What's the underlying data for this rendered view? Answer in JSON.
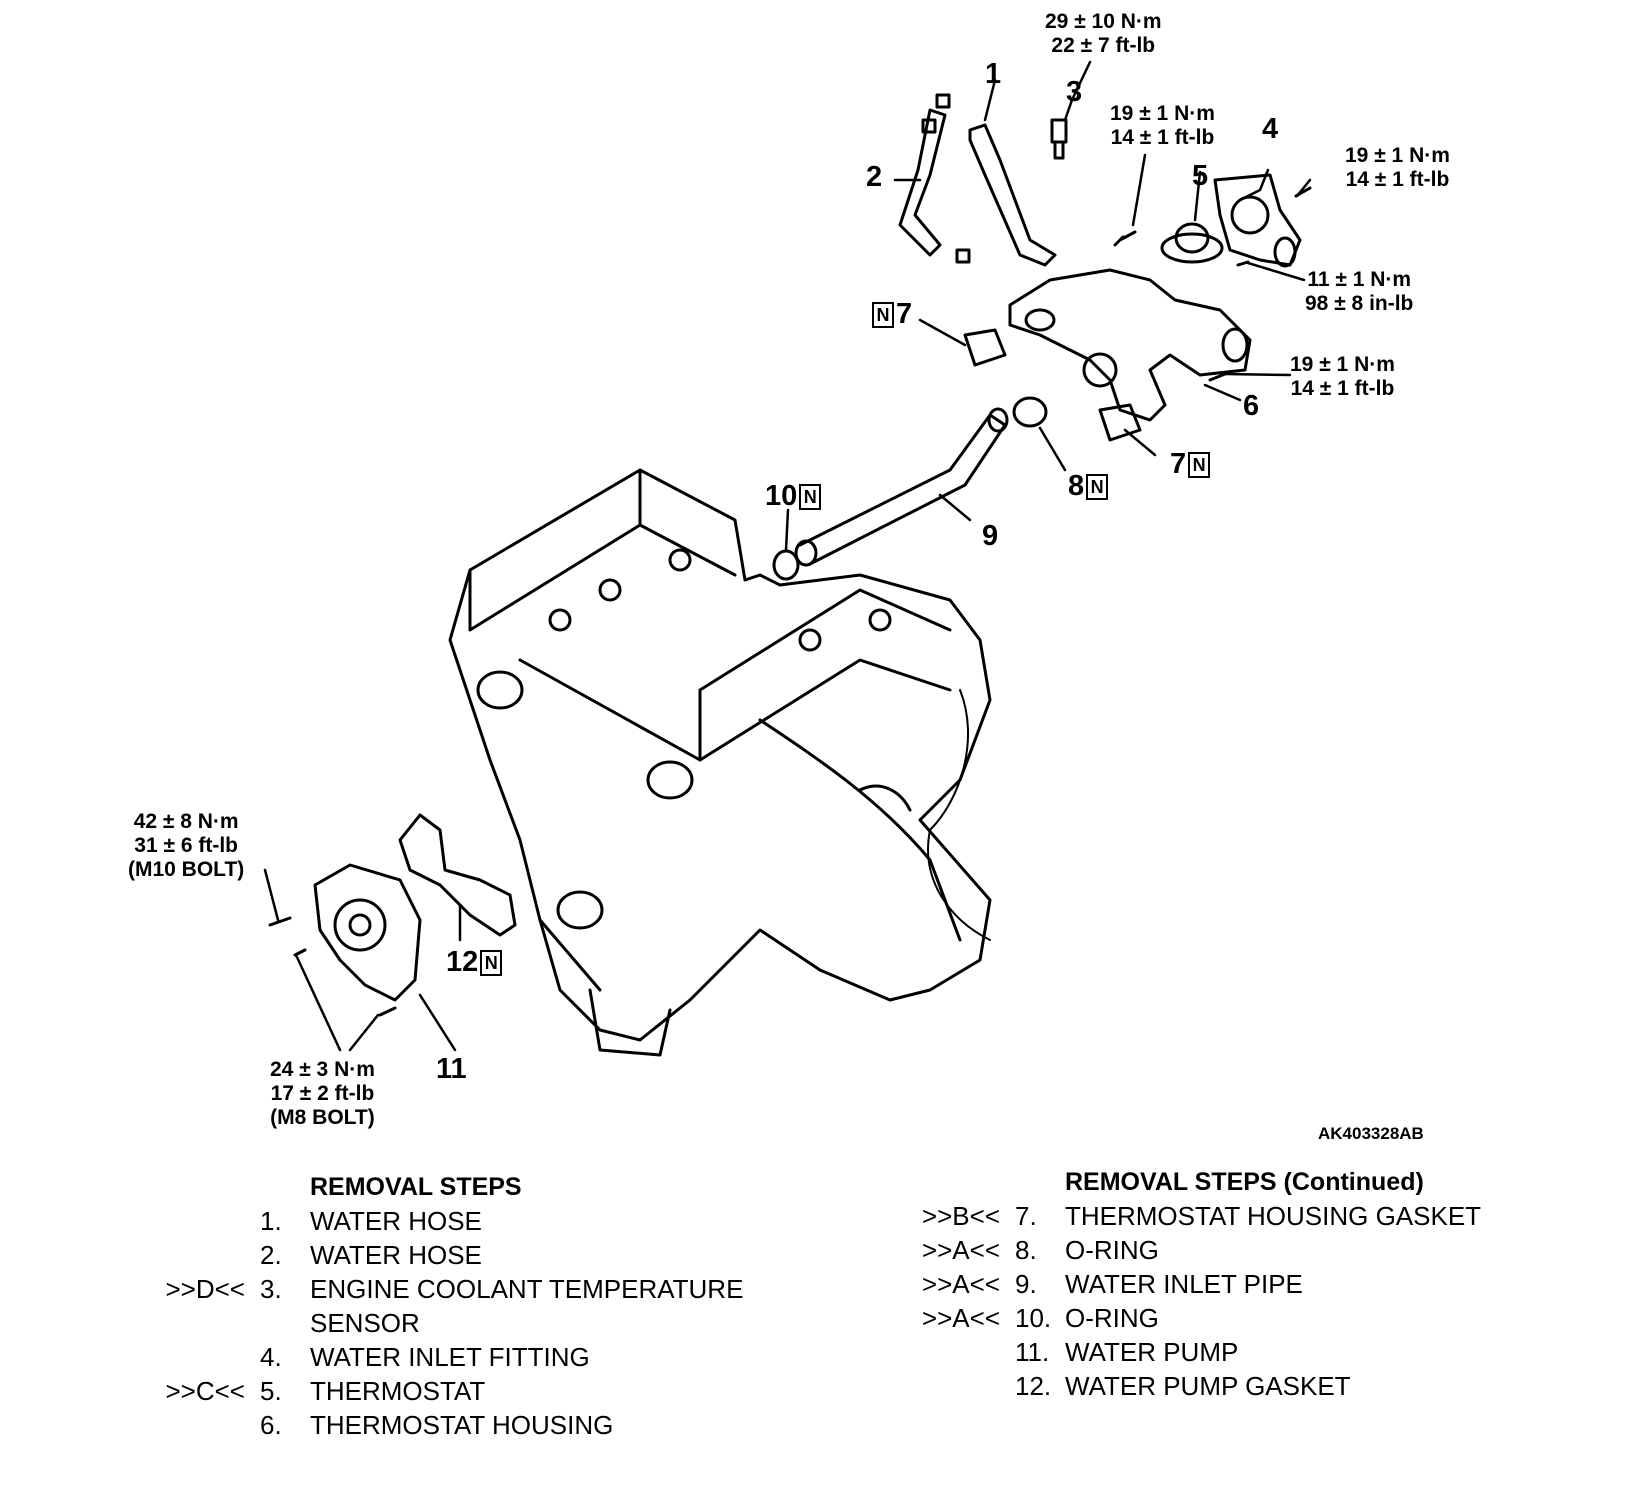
{
  "figure_code": "AK403328AB",
  "callouts": {
    "c1": "1",
    "c2": "2",
    "c3": "3",
    "c4": "4",
    "c5": "5",
    "c6": "6",
    "c7a": "7",
    "c7b": "7",
    "c8": "8",
    "c9": "9",
    "c10": "10",
    "c11": "11",
    "c12": "12"
  },
  "torques": {
    "t3": [
      "29 ± 10 N·m",
      "22 ± 7 ft-lb"
    ],
    "t_bolt_a": [
      "19 ± 1 N·m",
      "14 ± 1 ft-lb"
    ],
    "t_bolt_b": [
      "19 ± 1 N·m",
      "14 ± 1 ft-lb"
    ],
    "t_bolt_c": [
      "11 ± 1 N·m",
      "98 ± 8 in-lb"
    ],
    "t_bolt_d": [
      "19 ± 1 N·m",
      "14 ± 1 ft-lb"
    ],
    "t_m10": [
      "42 ± 8 N·m",
      "31 ± 6 ft-lb",
      "(M10 BOLT)"
    ],
    "t_m8": [
      "24 ± 3 N·m",
      "17 ± 2 ft-lb",
      "(M8 BOLT)"
    ]
  },
  "removal_left": {
    "heading": "REMOVAL STEPS",
    "steps": [
      {
        "mark": "",
        "num": "1.",
        "text": "WATER HOSE"
      },
      {
        "mark": "",
        "num": "2.",
        "text": "WATER HOSE"
      },
      {
        "mark": ">>D<<",
        "num": "3.",
        "text": "ENGINE COOLANT TEMPERATURE"
      },
      {
        "mark": "",
        "num": "",
        "text": "SENSOR"
      },
      {
        "mark": "",
        "num": "4.",
        "text": "WATER INLET FITTING"
      },
      {
        "mark": ">>C<<",
        "num": "5.",
        "text": "THERMOSTAT"
      },
      {
        "mark": "",
        "num": "6.",
        "text": "THERMOSTAT HOUSING"
      }
    ]
  },
  "removal_right": {
    "heading": "REMOVAL STEPS (Continued)",
    "steps": [
      {
        "mark": ">>B<<",
        "num": "7.",
        "text": "THERMOSTAT HOUSING GASKET"
      },
      {
        "mark": ">>A<<",
        "num": "8.",
        "text": "O-RING"
      },
      {
        "mark": ">>A<<",
        "num": "9.",
        "text": "WATER INLET PIPE"
      },
      {
        "mark": ">>A<<",
        "num": "10.",
        "text": "O-RING"
      },
      {
        "mark": "",
        "num": "11.",
        "text": "WATER PUMP"
      },
      {
        "mark": "",
        "num": "12.",
        "text": "WATER PUMP GASKET"
      }
    ]
  }
}
